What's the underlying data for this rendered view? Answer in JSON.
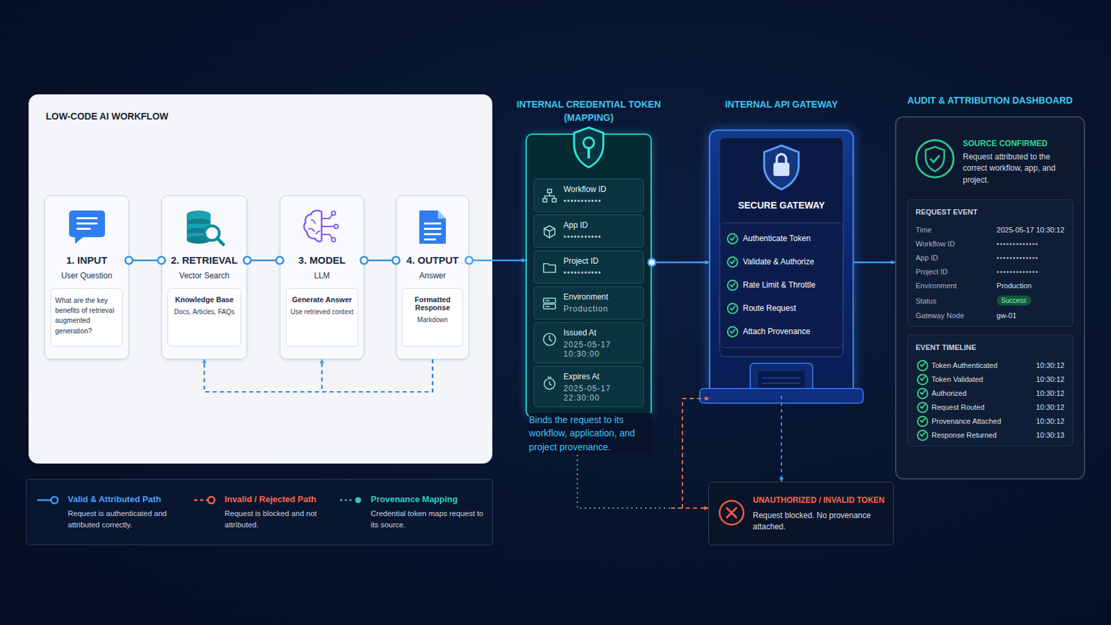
{
  "diagram": {
    "nodes": [
      {
        "text": [
          "LOW-CODE AI WORKFLOW"
        ]
      },
      {
        "text": [
          "1. INPUT",
          "User Question"
        ],
        "in": 0
      },
      {
        "text": [
          "What are the key benefits of retrieval augmented generation?"
        ],
        "in": 1
      },
      {
        "text": [
          "2. RETRIEVAL",
          "Vector Search"
        ],
        "in": 0
      },
      {
        "text": [
          "Knowledge Base",
          "Docs, Articles, FAQs"
        ],
        "in": 3
      },
      {
        "text": [
          "3. MODEL",
          "LLM"
        ],
        "in": 0
      },
      {
        "text": [
          "Generate Answer",
          "Use retrieved context"
        ],
        "in": 5
      },
      {
        "text": [
          "4. OUTPUT",
          "Answer"
        ],
        "in": 0
      },
      {
        "text": [
          "Formatted Response",
          "Markdown"
        ],
        "in": 7
      },
      {
        "text": [
          "INTERNAL CREDENTIAL TOKEN (MAPPING)"
        ]
      },
      {
        "text": [
          "Workflow ID",
          "•••••••••••"
        ],
        "in": 9
      },
      {
        "text": [
          "App ID",
          "•••••••••••"
        ],
        "in": 9
      },
      {
        "text": [
          "Project ID",
          "•••••••••••"
        ],
        "in": 9
      },
      {
        "text": [
          "Environment",
          "Production"
        ],
        "in": 9
      },
      {
        "text": [
          "Issued At",
          "2025-05-17 10:30:00"
        ],
        "in": 9
      },
      {
        "text": [
          "Expires At",
          "2025-05-17 22:30:00"
        ],
        "in": 9
      },
      {
        "text": [
          "INTERNAL API GATEWAY",
          "SECURE GATEWAY"
        ]
      },
      {
        "text": [
          "Authenticate Token",
          "Validate & Authorize",
          "Rate Limit & Throttle",
          "Route Request",
          "Attach Provenance"
        ],
        "in": 16
      },
      {
        "text": [
          "AUDIT & ATTRIBUTION DASHBOARD"
        ]
      },
      {
        "text": [
          "SOURCE CONFIRMED",
          "Request attributed to the correct workflow, app, and project."
        ],
        "in": 18
      },
      {
        "text": [
          "REQUEST EVENT",
          "Time",
          "2025-05-17 10:30:12",
          "Workflow ID",
          "•••••••••••••",
          "App ID",
          "•••••••••••••",
          "Project ID",
          "•••••••••••••",
          "Environment",
          "Production",
          "Status",
          "Success",
          "Gateway Node",
          "gw-01"
        ],
        "in": 18
      },
      {
        "text": [
          "EVENT TIMELINE",
          "Token Authenticated",
          "10:30:12",
          "Token Validated",
          "10:30:12",
          "Authorized",
          "10:30:12",
          "Request Routed",
          "10:30:12",
          "Provenance Attached",
          "10:30:12",
          "Response Returned",
          "10:30:13"
        ],
        "in": 18
      },
      {
        "text": [
          "UNAUTHORIZED / INVALID TOKEN",
          "Request blocked. No provenance attached."
        ]
      }
    ],
    "edges": [
      {
        "from": 1,
        "to": 3,
        "arrow": "none"
      },
      {
        "from": 3,
        "to": 5,
        "arrow": "none"
      },
      {
        "from": 5,
        "to": 7,
        "arrow": "none"
      },
      {
        "from": 7,
        "to": 9,
        "arrow": "to"
      },
      {
        "from": 9,
        "to": 16,
        "arrow": "to"
      },
      {
        "from": 16,
        "to": 18,
        "arrow": "to"
      },
      {
        "from": 7,
        "to": 3,
        "arrow": "to"
      },
      {
        "from": 7,
        "to": 5,
        "arrow": "to"
      },
      {
        "from": 9,
        "to": 22,
        "arrow": "to"
      },
      {
        "from": 9,
        "to": 16,
        "arrow": "to"
      },
      {
        "from": 16,
        "to": 22,
        "arrow": "to"
      }
    ],
    "labels": [
      "Binds the request to its workflow, application, and project provenance.",
      "Request is authenticated and attributed correctly.",
      "Request is blocked and not attributed.",
      "Credential token maps request to its source."
    ],
    "legend": [
      {
        "text": "Valid & Attributed Path"
      },
      {
        "text": "Invalid / Rejected Path"
      },
      {
        "text": "Provenance Mapping"
      }
    ]
  }
}
